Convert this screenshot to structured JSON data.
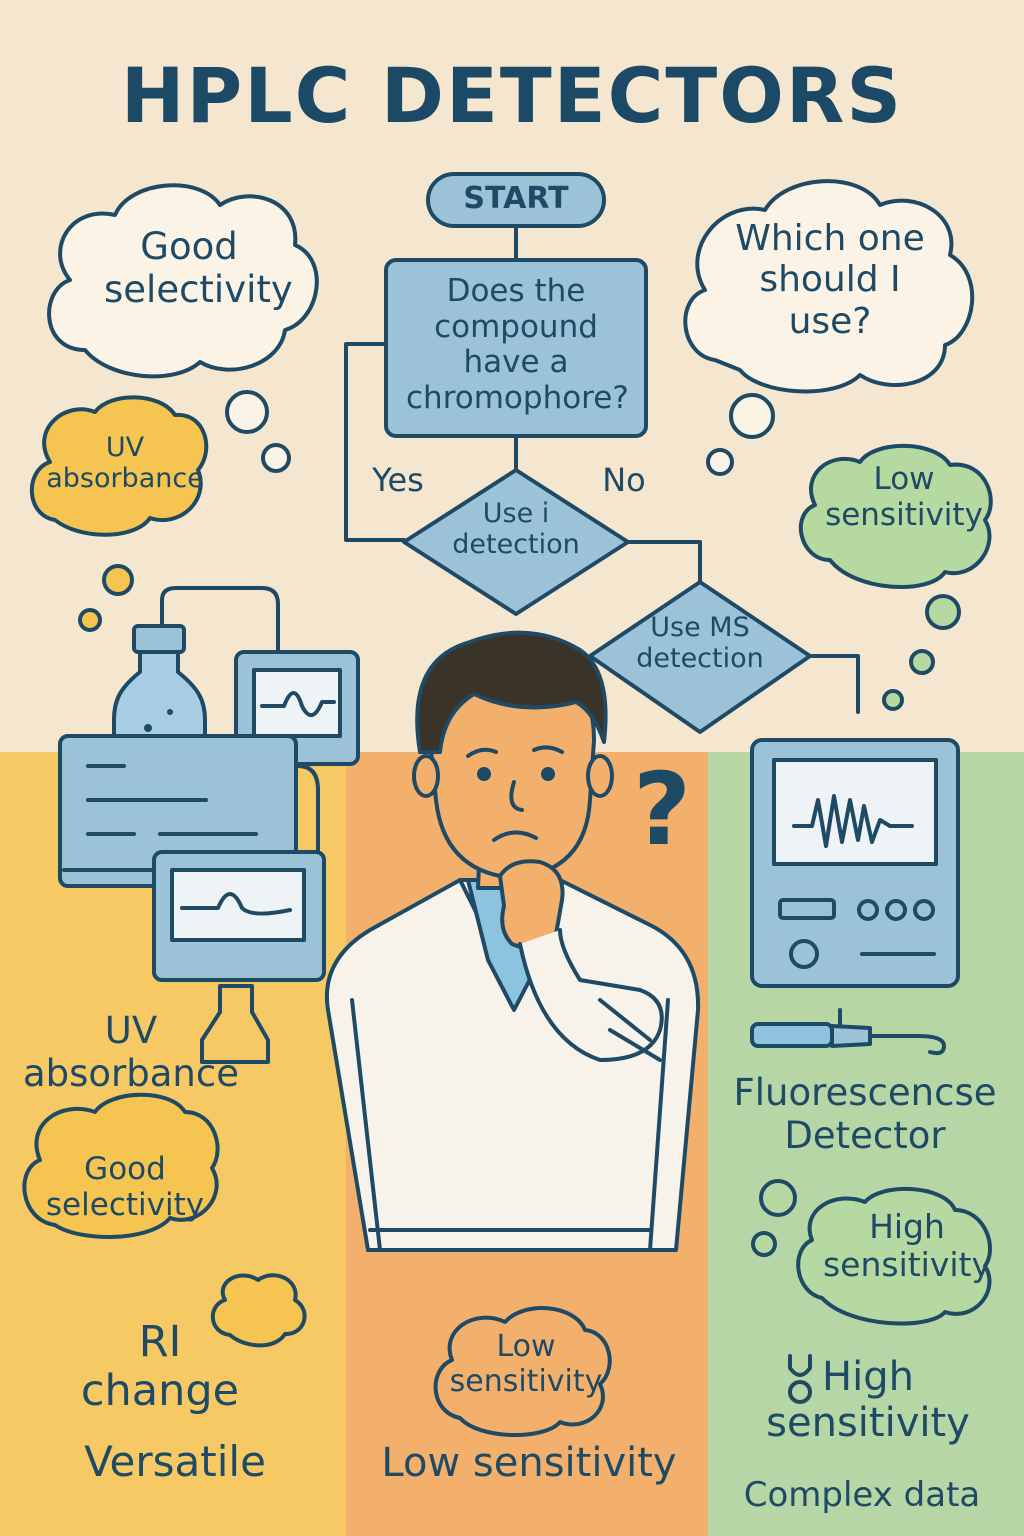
{
  "title": "HPLC DETECTORS",
  "flowchart": {
    "start": "START",
    "question": "Does the compound have a chromophore?",
    "yes_label": "Yes",
    "no_label": "No",
    "decision_1": "Use i detection",
    "decision_2": "Use MS detection"
  },
  "bubbles": {
    "top_left": "Good selectivity",
    "top_right": "Which one should I use?",
    "uv_small": "UV absorbance",
    "low_sens_right": "Low sensitivity"
  },
  "question_mark": "?",
  "left_panel": {
    "uv_label": "UV absorbance",
    "selectivity_bubble": "Good selectivity",
    "ri_label": "RI change",
    "versatile": "Versatile"
  },
  "middle_panel": {
    "low_bubble": "Low sensitivity",
    "low_label": "Low sensitivity"
  },
  "right_panel": {
    "fluorescence_label": "Fluorescencse Detector",
    "high_bubble": "High sensitivity",
    "high_label": "High sensitivity",
    "complex": "Complex data"
  },
  "colors": {
    "background": "#f5e7cf",
    "left_panel": "#f7c964",
    "middle_panel": "#f3b06c",
    "right_panel": "#b6d6a6",
    "flow_box": "#9cc2d8",
    "ink": "#1e4a66"
  }
}
